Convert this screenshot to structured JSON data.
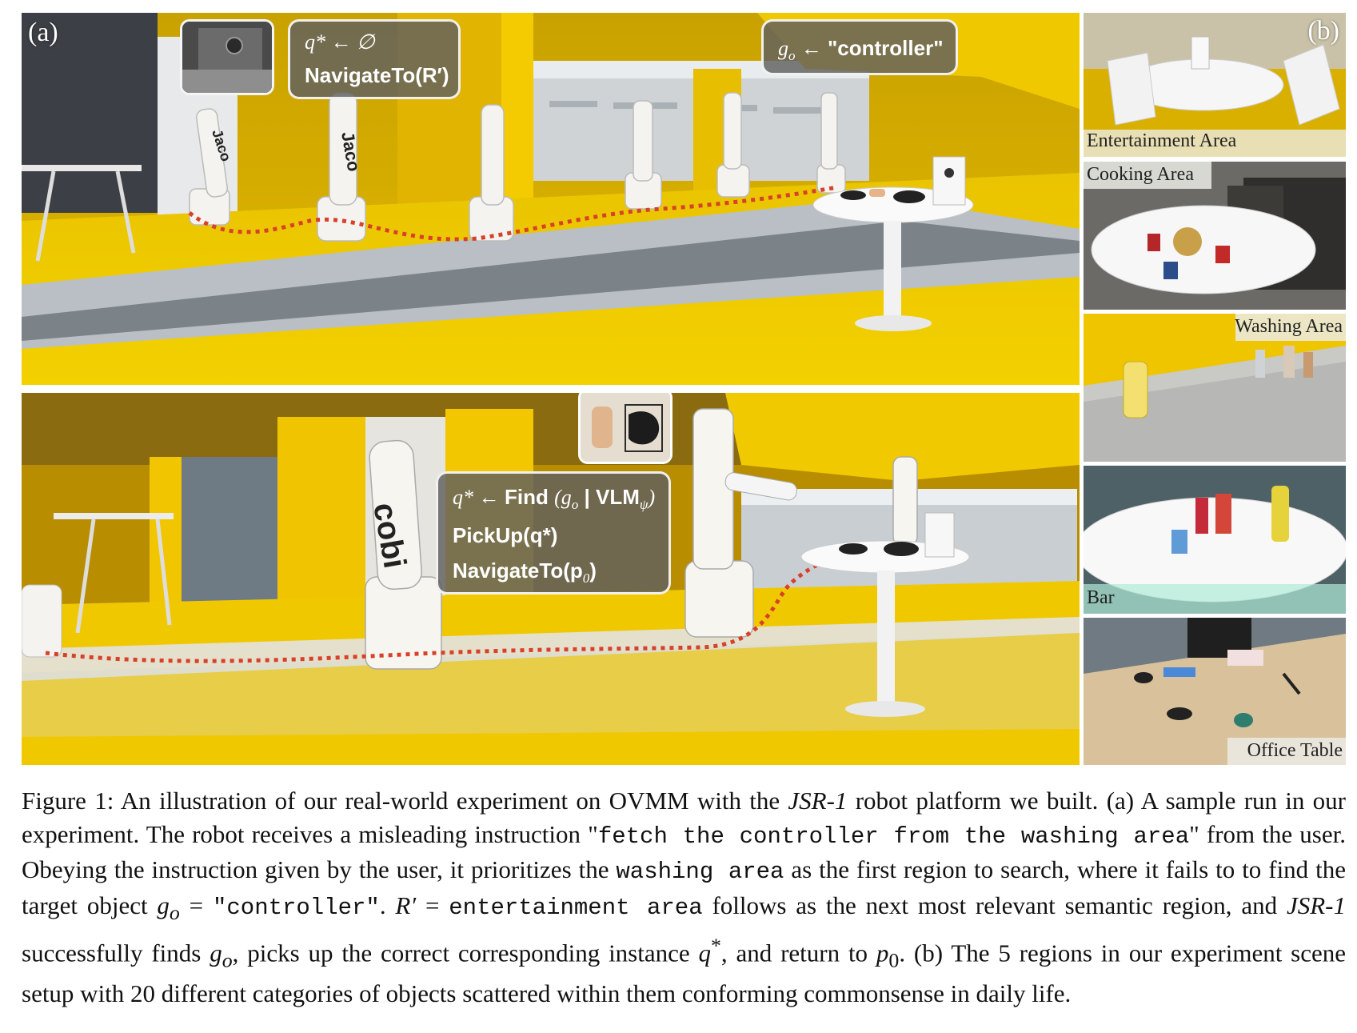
{
  "figure": {
    "panel_a": {
      "label": "(a)",
      "top_overlay_left": {
        "line1_math": "q* ← ∅",
        "line2": "NavigateTo(R′)"
      },
      "top_overlay_right": {
        "line1": "g",
        "line1_sub": "o",
        "line1_rest": "← \"controller\""
      },
      "bottom_overlay": {
        "line1_a": "q* ← ",
        "line1_b": "Find",
        "line1_c": "(g",
        "line1_sub": "o",
        "line1_d": " | VLM",
        "line1_sub2": "ψ",
        "line1_e": ")",
        "line2": "PickUp(q*)",
        "line3_a": "NavigateTo(p",
        "line3_sub": "0",
        "line3_b": ")"
      },
      "robot_brand_text": "Jaco",
      "robot_brand_text_2": "Jaco",
      "robot_body_text": "cobi",
      "path_color": "#d8402a"
    },
    "panel_b": {
      "label": "(b)",
      "regions": [
        {
          "name": "Entertainment Area"
        },
        {
          "name": "Cooking Area"
        },
        {
          "name": "Washing Area"
        },
        {
          "name": "Bar"
        },
        {
          "name": "Office Table"
        }
      ]
    },
    "caption": {
      "s1": "Figure 1: An illustration of our real-world experiment on OVMM with the ",
      "s2": "JSR-1",
      "s3": " robot platform we built. (a) A sample run in our experiment. The robot receives a misleading instruction \"",
      "s4": "fetch the controller from the washing area",
      "s5": "\" from the user. Obeying the instruction given by the user, it prioritizes the ",
      "s6": "washing area",
      "s7": " as the first region to search, where it fails to to find the target object ",
      "s8": "g",
      "s8sub": "o",
      "s9": " = ",
      "s10": "\"controller\"",
      "s11": ". ",
      "s12": "R′",
      "s13": " = ",
      "s14": "entertainment area",
      "s15": " follows as the next most relevant semantic region, and ",
      "s16": "JSR-1",
      "s17": " successfully finds ",
      "s18": "g",
      "s18sub": "o",
      "s19": ", picks up the correct corresponding instance ",
      "s20": "q",
      "s20sup": "*",
      "s21": ", and return to ",
      "s22": "p",
      "s22sub": "0",
      "s23": ". (b) The 5 regions in our experiment scene setup with 20 different categories of objects scattered within them conforming commonsense in daily life."
    }
  }
}
